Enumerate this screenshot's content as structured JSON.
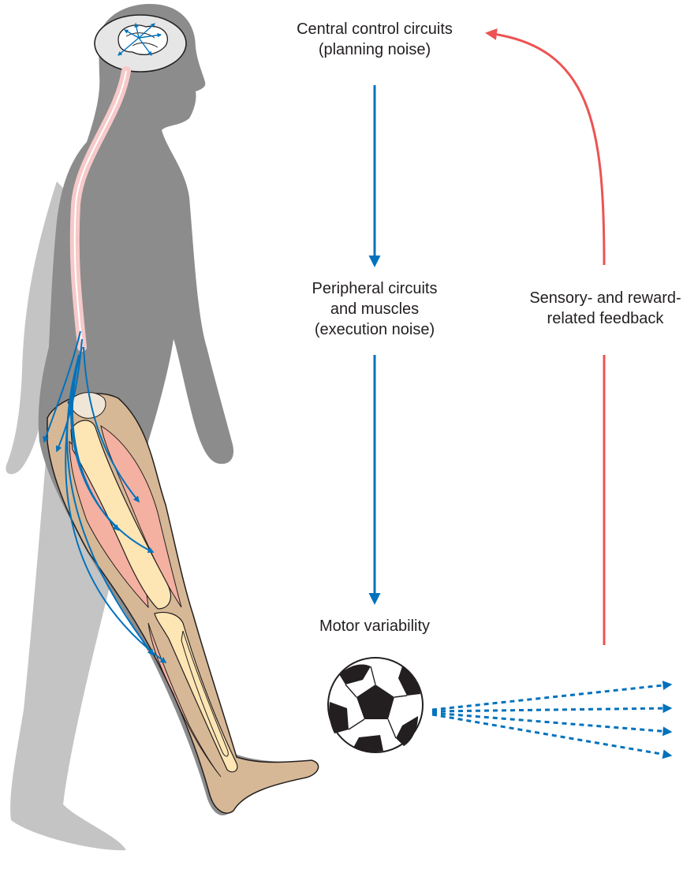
{
  "labels": {
    "central": [
      "Central control circuits",
      "(planning noise)"
    ],
    "peripheral": [
      "Peripheral circuits",
      "and muscles",
      "(execution noise)"
    ],
    "variability": [
      "Motor variability"
    ],
    "feedback": [
      "Sensory- and reward-",
      "related feedback"
    ]
  },
  "colors": {
    "forward_arrow": "#0072bc",
    "feedback_arrow": "#ed5353",
    "body_silhouette": "#8c8c8c",
    "far_limb": "#c4c4c4",
    "bone": "#fde5b4",
    "muscle": "#f4b0a0",
    "skin": "#d7b896",
    "spinal_cord": "#f7c9c9"
  },
  "icons": {
    "person": "walking-person-silhouette",
    "brain": "brain-icon",
    "ball": "soccer-ball-icon"
  }
}
